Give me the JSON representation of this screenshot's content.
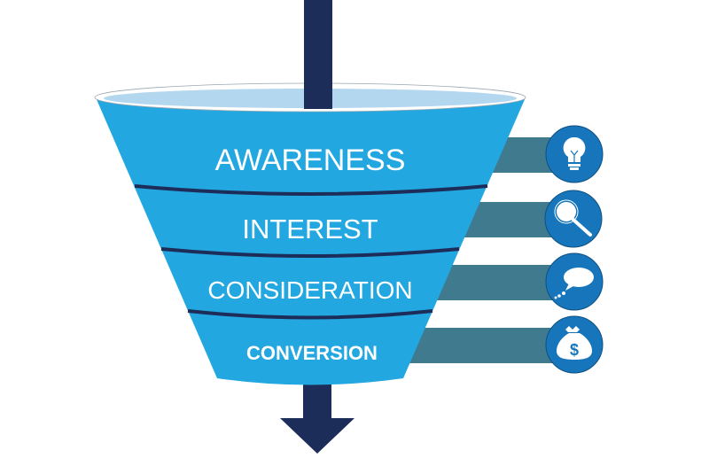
{
  "stages": [
    {
      "label": "AWARENESS",
      "icon": "lightbulb-icon"
    },
    {
      "label": "INTEREST",
      "icon": "magnifier-icon"
    },
    {
      "label": "CONSIDERATION",
      "icon": "speech-bubble-icon"
    },
    {
      "label": "CONVERSION",
      "icon": "money-bag-icon"
    }
  ],
  "icon_symbols": {
    "money": "$"
  },
  "colors": {
    "funnel": "#22a7e0",
    "funnel_top": "#b3d7ef",
    "arrow": "#1d2d5a",
    "bar": "#3f7a8f",
    "circle": "#1776bb"
  }
}
